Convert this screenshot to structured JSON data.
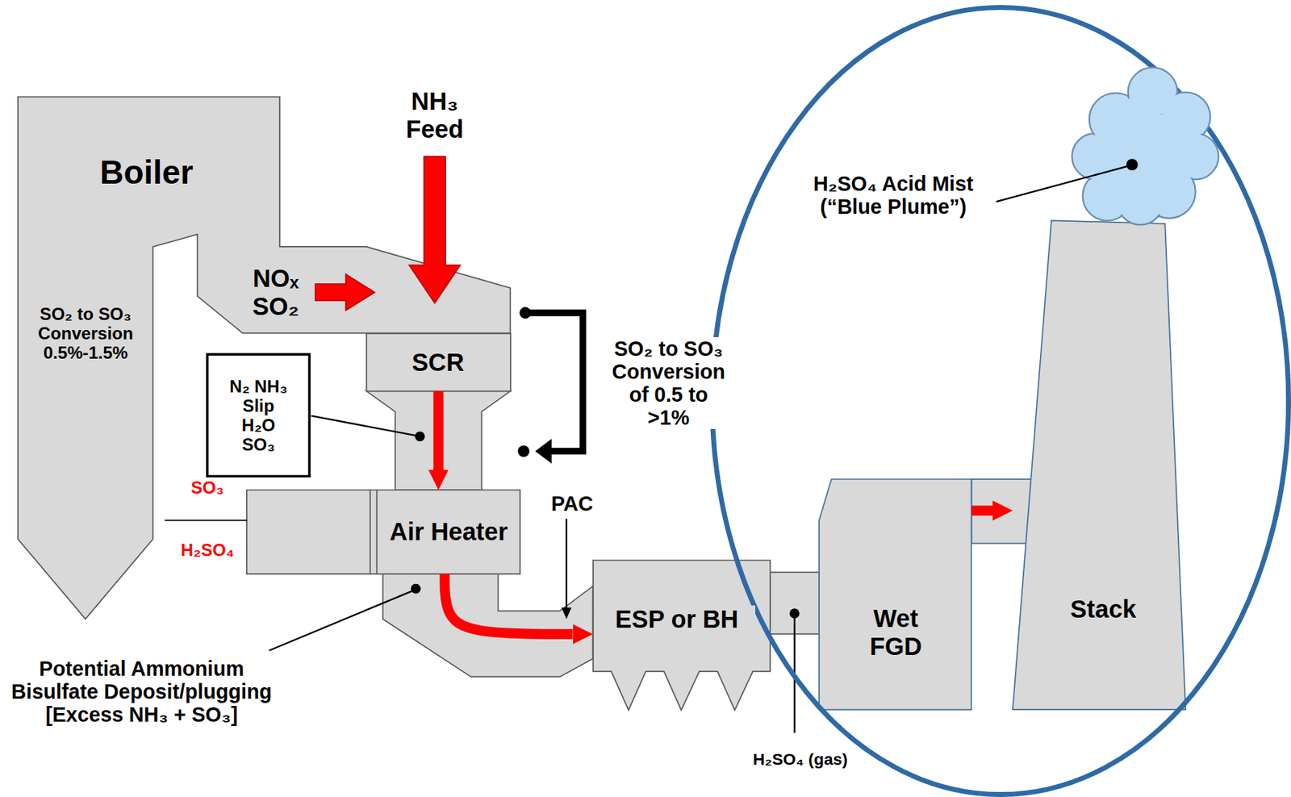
{
  "diagram": {
    "nodes": [
      {
        "text": [
          "Boiler",
          "SO₂ to SO₃ Conversion 0.5%-1.5%"
        ]
      },
      {
        "text": [
          "SCR"
        ]
      },
      {
        "text": [
          "N₂ NH₃ Slip H₂O SO₃"
        ]
      },
      {
        "text": [
          "Air Heater"
        ]
      },
      {
        "text": [
          "ESP or BH"
        ]
      },
      {
        "text": [
          "Wet FGD"
        ]
      },
      {
        "text": [
          "Stack"
        ]
      }
    ],
    "edges": [
      {
        "from": 1,
        "to": 3,
        "arrow": "to"
      },
      {
        "from": 3,
        "to": 4,
        "arrow": "to"
      },
      {
        "from": 5,
        "to": 6,
        "arrow": "to"
      }
    ],
    "labels": [
      "NH₃ Feed",
      "NOₓ SO₂",
      "SO₂ to SO₃ Conversion of 0.5 to >1%",
      "SO₃",
      "H₂SO₄",
      "PAC",
      "Potential Ammonium Bisulfate Deposit/plugging [Excess NH₃ + SO₃]",
      "H₂SO₄ (gas)",
      "H₂SO₄ Acid Mist (“Blue Plume”)"
    ]
  }
}
